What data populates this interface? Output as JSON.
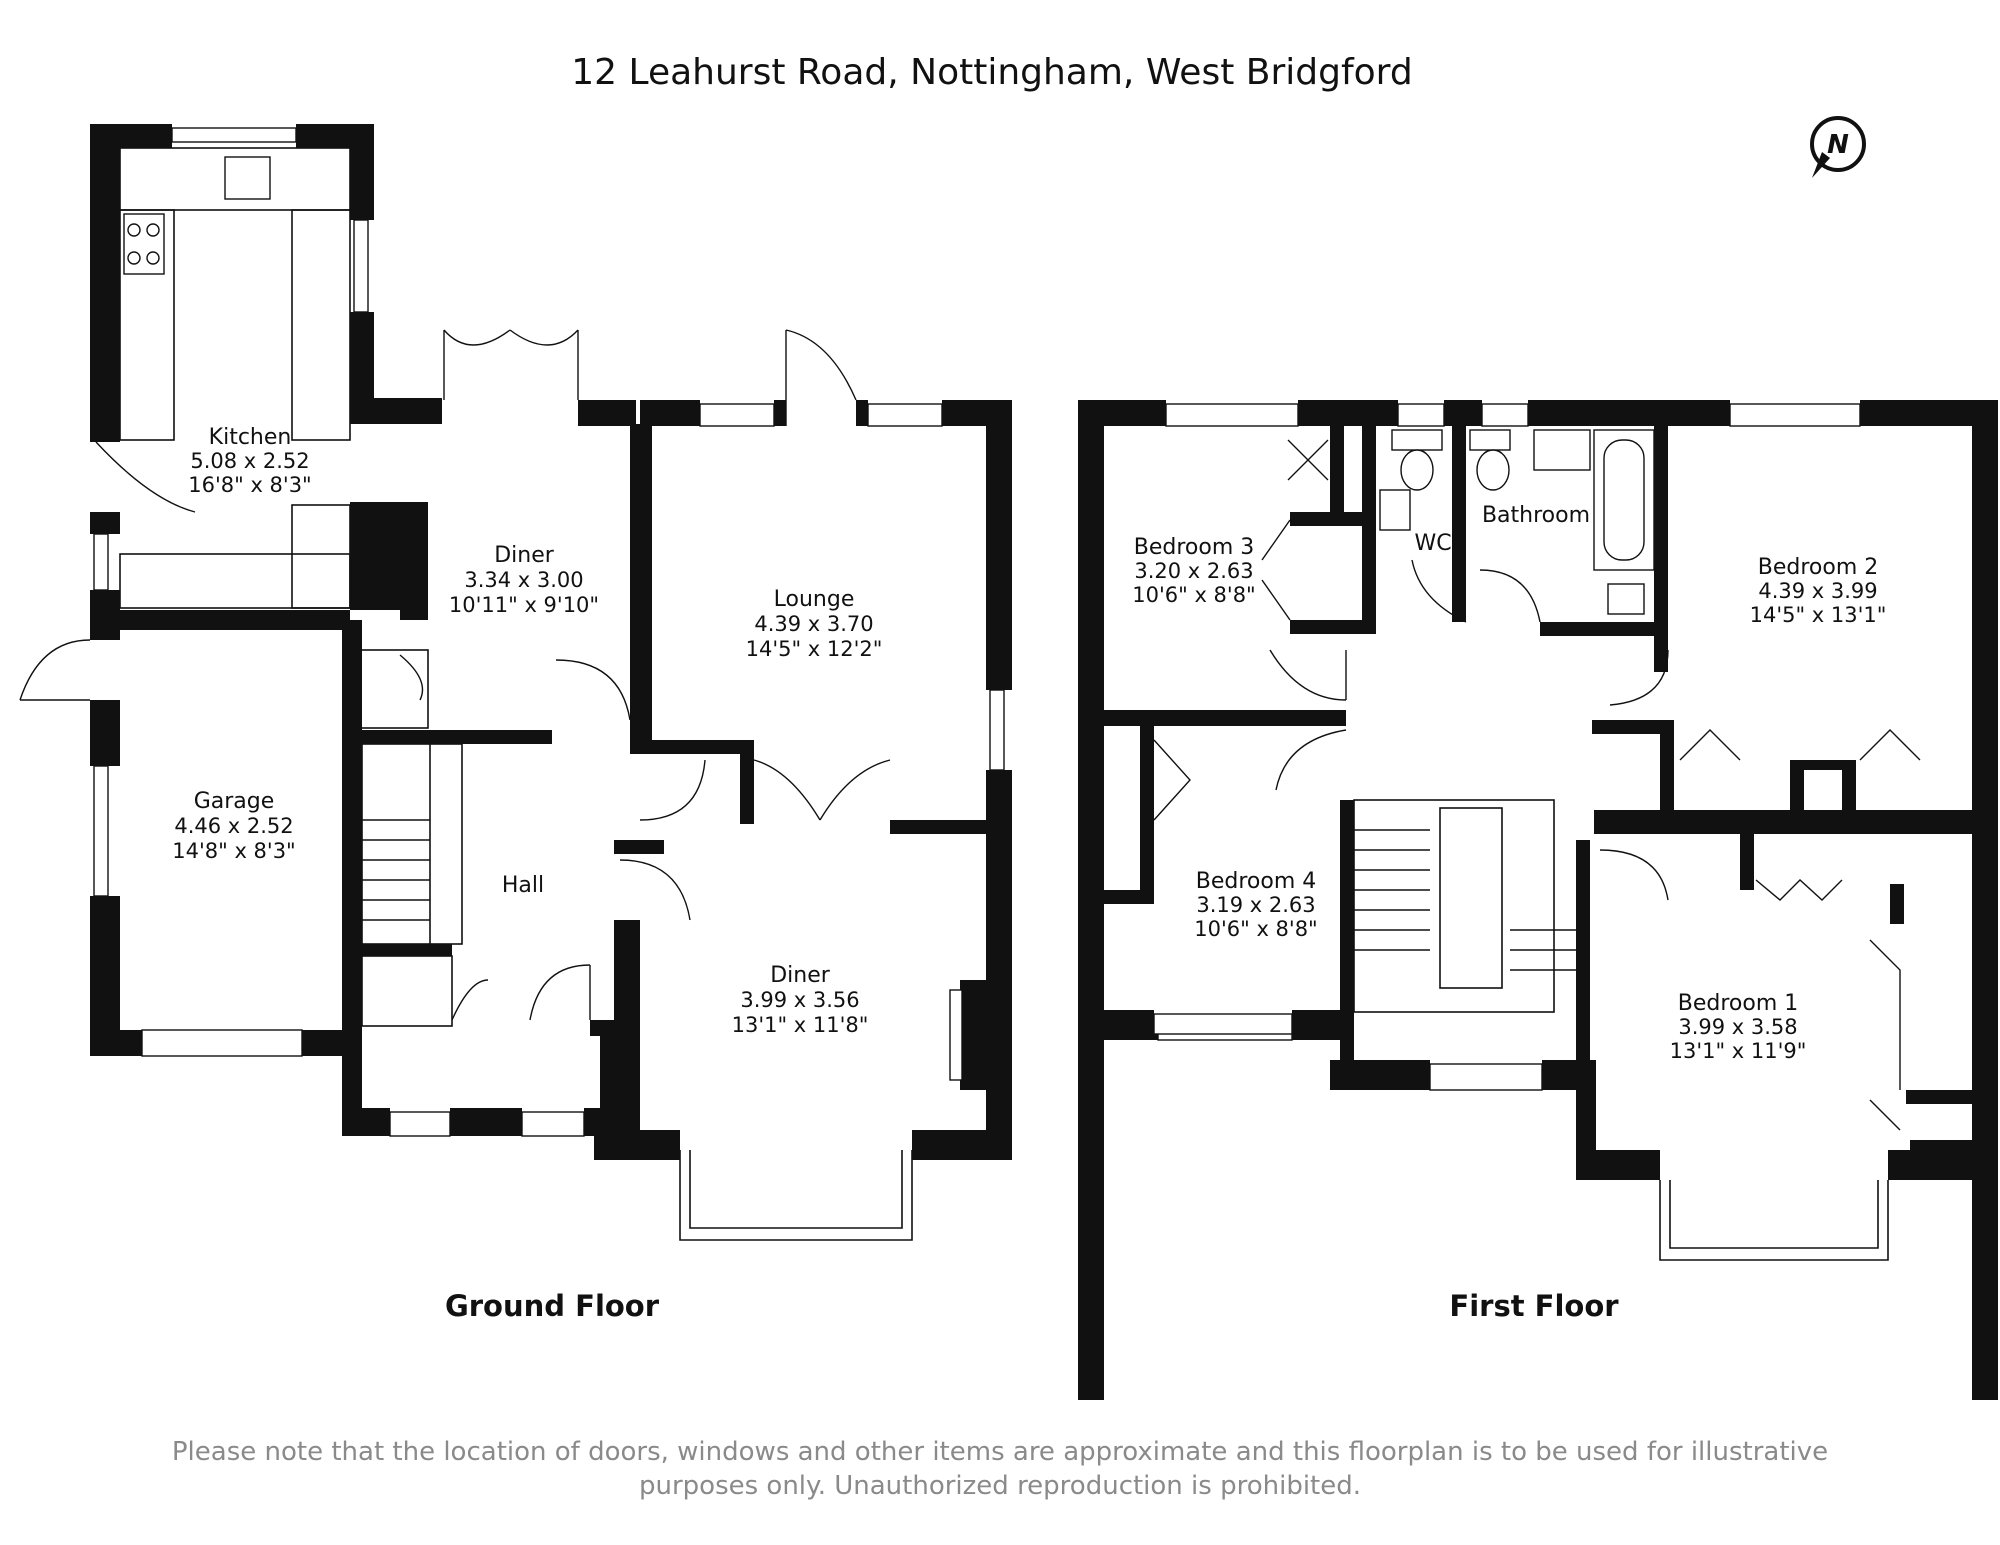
{
  "title": "12 Leahurst Road, Nottingham, West Bridgford",
  "compass": {
    "letter": "N",
    "icon": "north-arrow-icon"
  },
  "ground_floor": {
    "label": "Ground Floor",
    "rooms": {
      "kitchen": {
        "name": "Kitchen",
        "metric": "5.08 x 2.52",
        "imperial": "16'8\" x 8'3\""
      },
      "diner_rear": {
        "name": "Diner",
        "metric": "3.34 x 3.00",
        "imperial": "10'11\" x 9'10\""
      },
      "lounge": {
        "name": "Lounge",
        "metric": "4.39 x 3.70",
        "imperial": "14'5\" x 12'2\""
      },
      "garage": {
        "name": "Garage",
        "metric": "4.46 x 2.52",
        "imperial": "14'8\" x 8'3\""
      },
      "hall": {
        "name": "Hall"
      },
      "diner_front": {
        "name": "Diner",
        "metric": "3.99 x 3.56",
        "imperial": "13'1\" x 11'8\""
      }
    }
  },
  "first_floor": {
    "label": "First Floor",
    "rooms": {
      "bedroom3": {
        "name": "Bedroom 3",
        "metric": "3.20 x 2.63",
        "imperial": "10'6\" x 8'8\""
      },
      "wc": {
        "name": "WC"
      },
      "bathroom": {
        "name": "Bathroom"
      },
      "bedroom2": {
        "name": "Bedroom 2",
        "metric": "4.39 x 3.99",
        "imperial": "14'5\" x 13'1\""
      },
      "bedroom4": {
        "name": "Bedroom 4",
        "metric": "3.19 x 2.63",
        "imperial": "10'6\" x 8'8\""
      },
      "bedroom1": {
        "name": "Bedroom 1",
        "metric": "3.99 x 3.58",
        "imperial": "13'1\" x 11'9\""
      }
    }
  },
  "disclaimer": {
    "line1": "Please note that the location of doors, windows and other items are approximate and this floorplan is to be used for illustrative",
    "line2": "purposes only. Unauthorized reproduction is prohibited."
  }
}
